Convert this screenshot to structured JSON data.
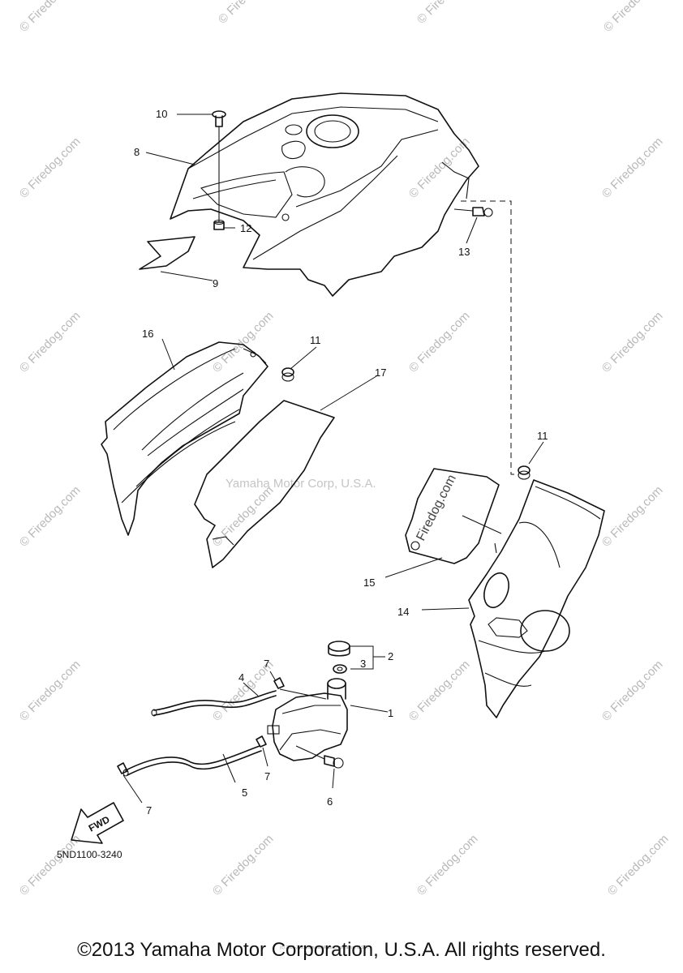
{
  "diagram": {
    "callouts": {
      "n1": "1",
      "n2": "2",
      "n3": "3",
      "n4": "4",
      "n5": "5",
      "n6": "6",
      "n7a": "7",
      "n7b": "7",
      "n7c": "7",
      "n8": "8",
      "n9": "9",
      "n10": "10",
      "n11a": "11",
      "n11b": "11",
      "n12": "12",
      "n13": "13",
      "n14": "14",
      "n15": "15",
      "n16": "16",
      "n17": "17"
    },
    "fwd_label": "FWD",
    "diagram_code": "5ND1100-3240",
    "watermark": {
      "site": "© Firedog.com",
      "center_site": "Firedog.com",
      "corp": "Yamaha Motor Corp, U.S.A.",
      "tiny_notice": "(c) 2005-2015 Yamaha Motor Corporation, U.S.A."
    }
  },
  "footer": {
    "copyright": "©2013 Yamaha Motor Corporation, U.S.A. All rights reserved."
  }
}
